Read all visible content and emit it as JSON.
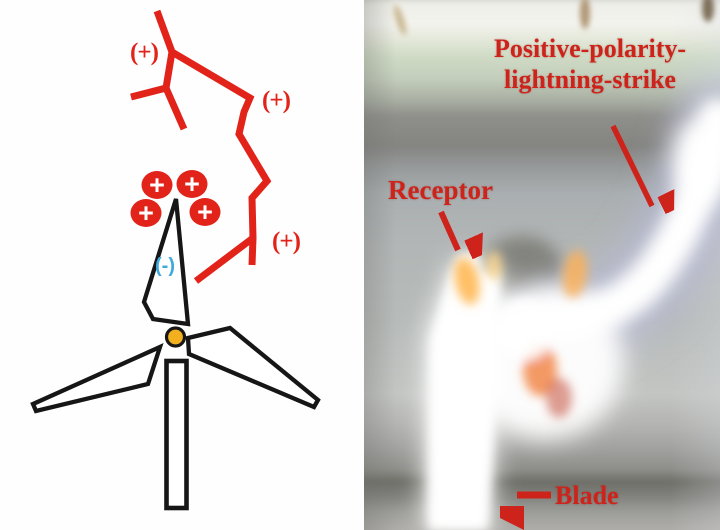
{
  "colors": {
    "lightning_red": "#e2231a",
    "label_red": "#cd231b",
    "negative_blue": "#3fa9dc",
    "hub_orange": "#f2b01e",
    "outline_black": "#161616"
  },
  "diagram": {
    "plus_labels": [
      "(+)",
      "(+)",
      "(+)"
    ],
    "minus_label": "(-)",
    "charge_symbols": [
      "+",
      "+",
      "+",
      "+"
    ]
  },
  "photo": {
    "strike_label": {
      "line1": "Positive-polarity-",
      "line2": "lightning-strike"
    },
    "receptor_label": "Receptor",
    "blade_label": "Blade"
  }
}
